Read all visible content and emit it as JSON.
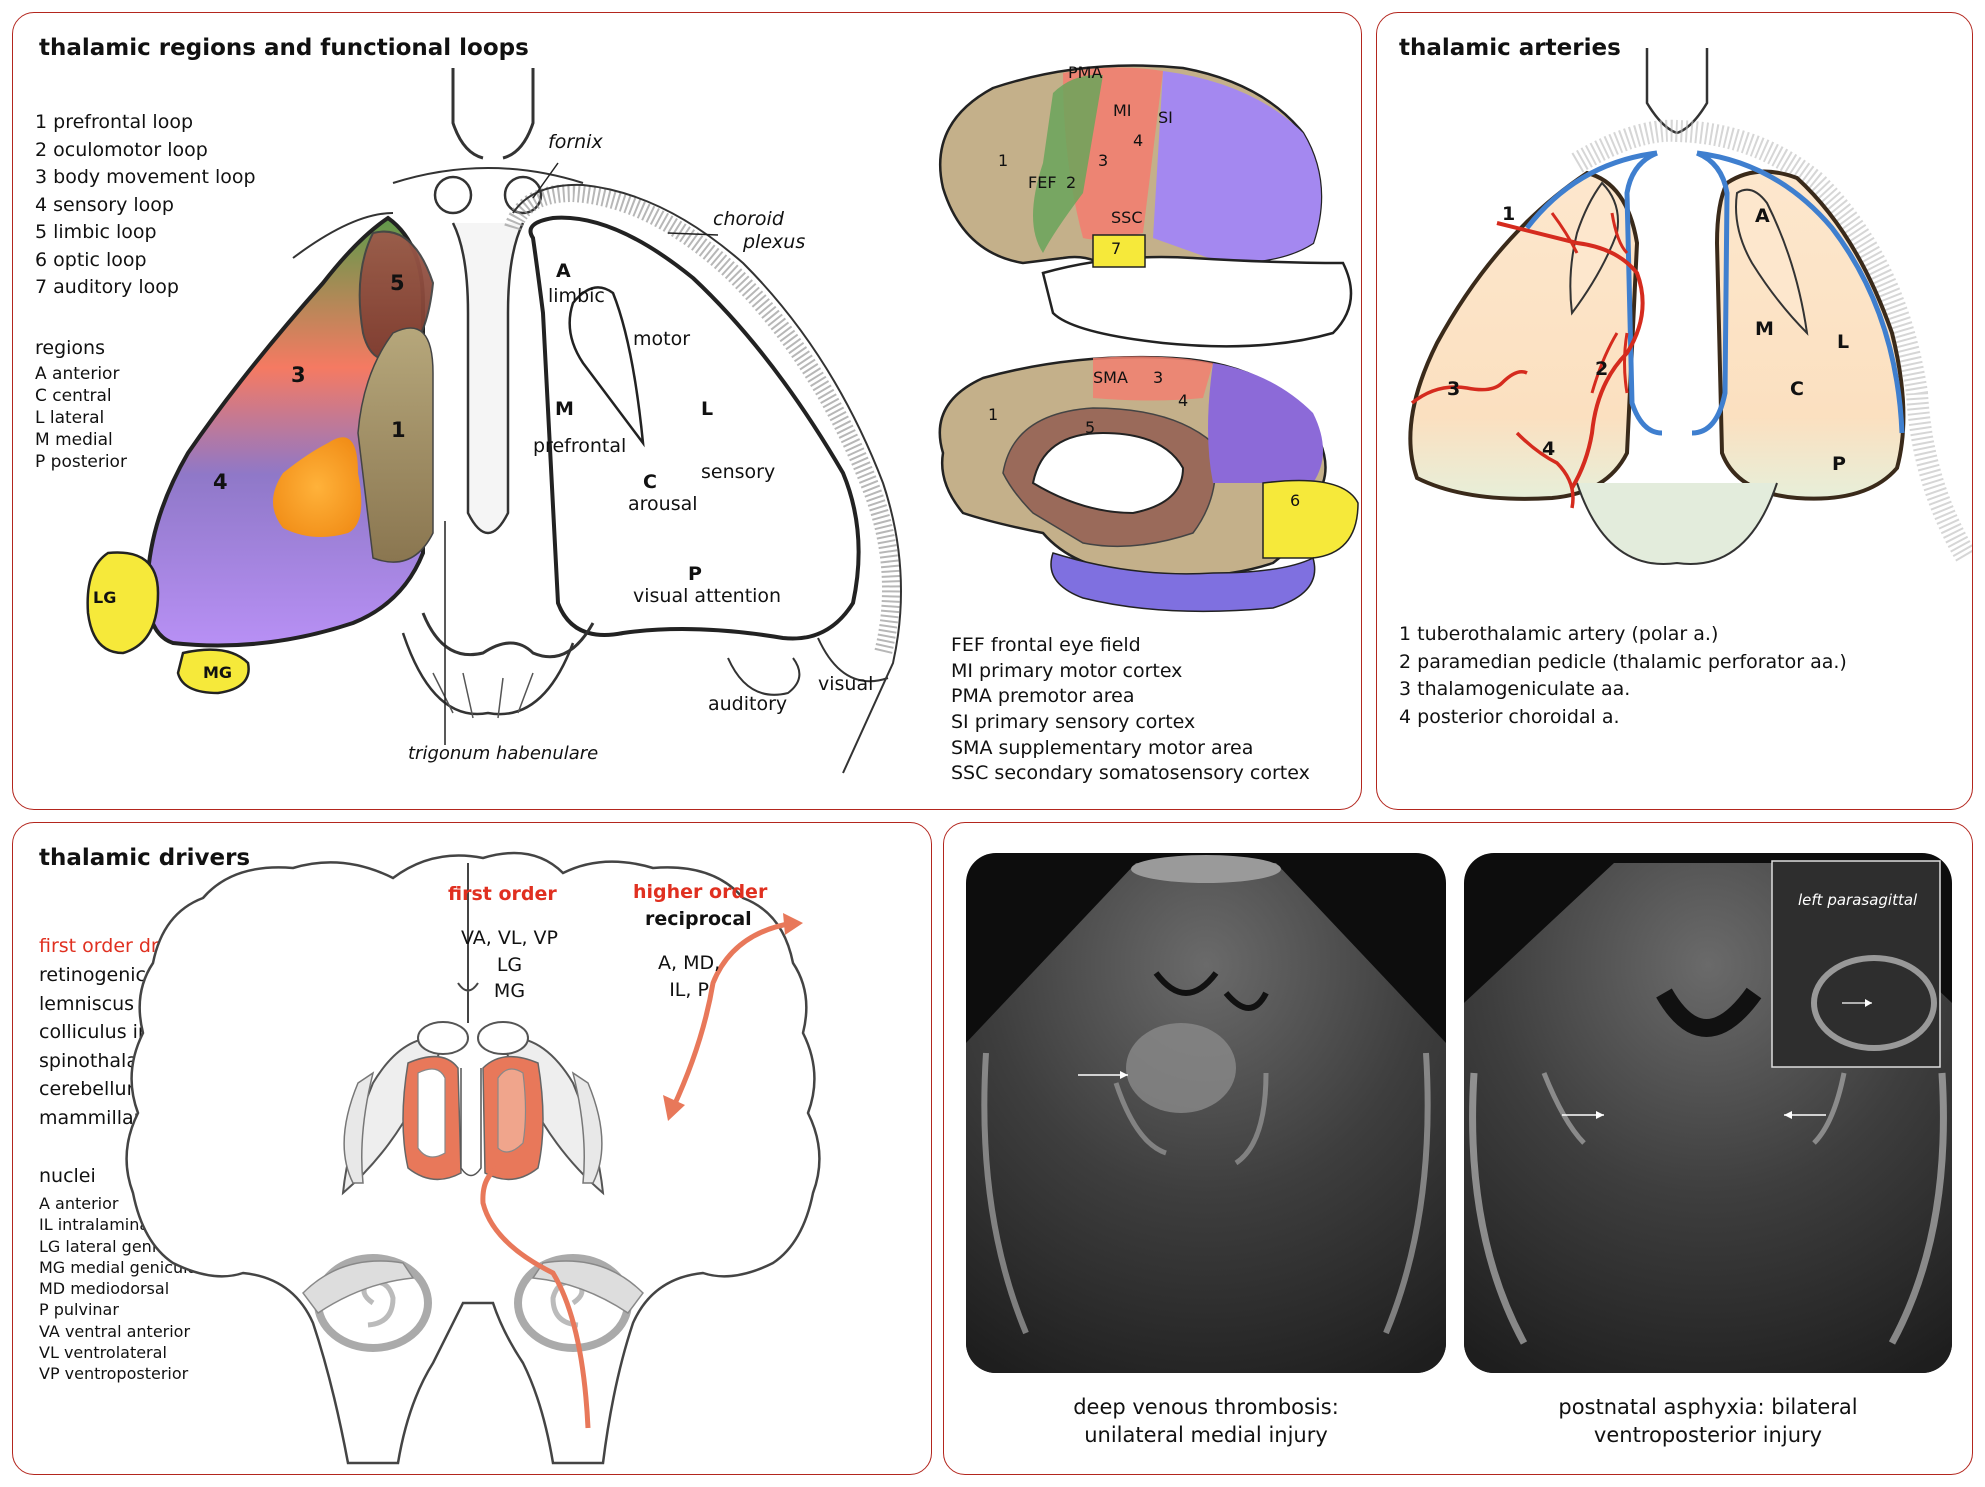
{
  "panels": {
    "regions": {
      "title": "thalamic regions and functional loops",
      "loops": [
        "1 prefrontal loop",
        "2 oculomotor loop",
        "3 body movement loop",
        "4 sensory loop",
        "5 limbic loop",
        "6 optic loop",
        "7 auditory loop"
      ],
      "regions_heading": "regions",
      "regions": [
        "A anterior",
        "C central",
        "L lateral",
        "M medial",
        "P posterior"
      ],
      "labels": {
        "fornix": "fornix",
        "choroid": "choroid",
        "plexus": "plexus",
        "trigonum": "trigonum habenulare",
        "A": "A",
        "limbic": "limbic",
        "motor": "motor",
        "M": "M",
        "L": "L",
        "prefrontal": "prefrontal",
        "C": "C",
        "arousal": "arousal",
        "sensory": "sensory",
        "P": "P",
        "visual_attention": "visual attention",
        "auditory": "auditory",
        "visual": "visual",
        "LG": "LG",
        "MG": "MG",
        "n1": "1",
        "n3": "3",
        "n4": "4",
        "n5": "5"
      },
      "cortex_labels": {
        "PMA": "PMA",
        "MI": "MI",
        "SI": "SI",
        "FEF": "FEF",
        "SSC": "SSC",
        "SMA": "SMA",
        "n1": "1",
        "n2": "2",
        "n3": "3",
        "n4": "4",
        "n5": "5",
        "n6": "6",
        "n7": "7"
      },
      "abbreviations": [
        "FEF frontal eye field",
        "MI primary motor cortex",
        "PMA premotor area",
        "SI primary sensory cortex",
        "SMA supplementary motor area",
        "SSC secondary somatosensory cortex"
      ]
    },
    "arteries": {
      "title": "thalamic arteries",
      "labels": {
        "A": "A",
        "M": "M",
        "L": "L",
        "C": "C",
        "P": "P",
        "n1": "1",
        "n2": "2",
        "n3": "3",
        "n4": "4"
      },
      "list": [
        "1 tuberothalamic artery (polar a.)",
        "2 paramedian pedicle (thalamic perforator aa.)",
        "3 thalamogeniculate aa.",
        "4 posterior choroidal a."
      ]
    },
    "drivers": {
      "title": "thalamic drivers",
      "first_order_heading": "first order drivers:",
      "drivers": [
        "retinogeniculate axons to LG",
        "lemniscus medialis to VP",
        "colliculus inferior to MG",
        "spinothalamic tract to VP",
        "cerebellum to VL",
        "mammillary bodies to A"
      ],
      "nuclei_heading": "nuclei",
      "nuclei": [
        "A anterior",
        "IL intralaminar",
        "LG lateral geniculate",
        "MG medial geniculate",
        "MD mediodorsal",
        "P pulvinar",
        "VA ventral anterior",
        "VL ventrolateral",
        "VP ventroposterior"
      ],
      "first_order_label": "first order",
      "first_order_nuclei": [
        "VA, VL, VP",
        "LG",
        "MG"
      ],
      "higher_order_label": "higher order",
      "reciprocal_label": "reciprocal",
      "higher_order_nuclei": [
        "A, MD,",
        "IL, P"
      ]
    },
    "ultrasound": {
      "left_caption": [
        "deep venous thrombosis:",
        "unilateral medial injury"
      ],
      "right_caption": [
        "postnatal asphyxia: bilateral",
        "ventroposterior injury"
      ],
      "inset_label": "left parasagittal"
    }
  },
  "colors": {
    "accent": "#b3261e",
    "artery": "#d52b1e",
    "vein": "#3f7fcf",
    "thalamus": "#fbe3c8",
    "driver": "#e8785a",
    "lg_mg": "#f6e93a"
  }
}
